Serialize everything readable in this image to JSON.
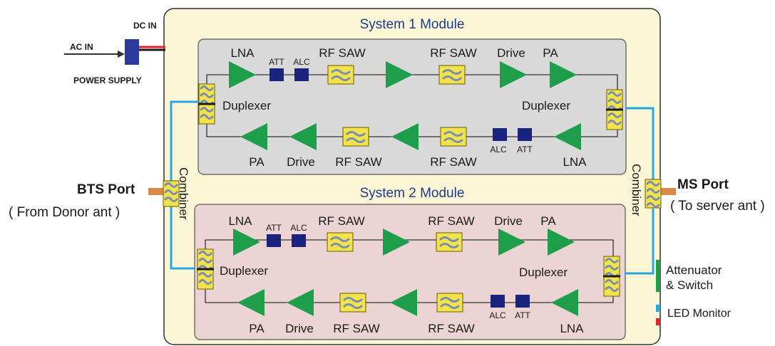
{
  "power": {
    "ac_in": "AC IN",
    "dc_in": "DC IN",
    "label": "POWER SUPPLY"
  },
  "systems": [
    {
      "title": "System 1  Module",
      "uplink": [
        "LNA",
        "ATT",
        "ALC",
        "RF SAW",
        "RF SAW",
        "Drive",
        "PA"
      ],
      "downlink": [
        "PA",
        "Drive",
        "RF SAW",
        "RF SAW",
        "ALC",
        "ATT",
        "LNA"
      ],
      "duplexer_left": "Duplexer",
      "duplexer_right": "Duplexer",
      "colors": {
        "fill": "#d9d9d9"
      }
    },
    {
      "title": "System 2  Module",
      "uplink": [
        "LNA",
        "ATT",
        "ALC",
        "RF SAW",
        "RF SAW",
        "Drive",
        "PA"
      ],
      "downlink": [
        "PA",
        "Drive",
        "RF SAW",
        "RF SAW",
        "ALC",
        "ATT",
        "LNA"
      ],
      "duplexer_left": "Duplexer",
      "duplexer_right": "Duplexer",
      "colors": {
        "fill": "#ecd4d4"
      }
    }
  ],
  "combiner_left": "Combiner",
  "combiner_right": "Combiner",
  "bts_port": {
    "title": "BTS Port",
    "sub": "( From Donor ant )"
  },
  "ms_port": {
    "title": "MS Port",
    "sub": "( To server ant )"
  },
  "legend": {
    "attenuator_line1": "Attenuator",
    "attenuator_line2": "& Switch",
    "led": "LED Monitor"
  },
  "colors": {
    "enclosure": "#fbf6d6",
    "amplifier": "#1e9e4a",
    "filter_fill": "#f2e24b",
    "filter_wave": "#7a8fb0",
    "att_block": "#1a237e",
    "cable": "#2aa6e0",
    "port_connector": "#d98a4a",
    "power_supply": "#2b3a9c",
    "legend_green": "#1e9e4a",
    "legend_blue": "#2aa6e0",
    "legend_red": "#e0252a"
  }
}
